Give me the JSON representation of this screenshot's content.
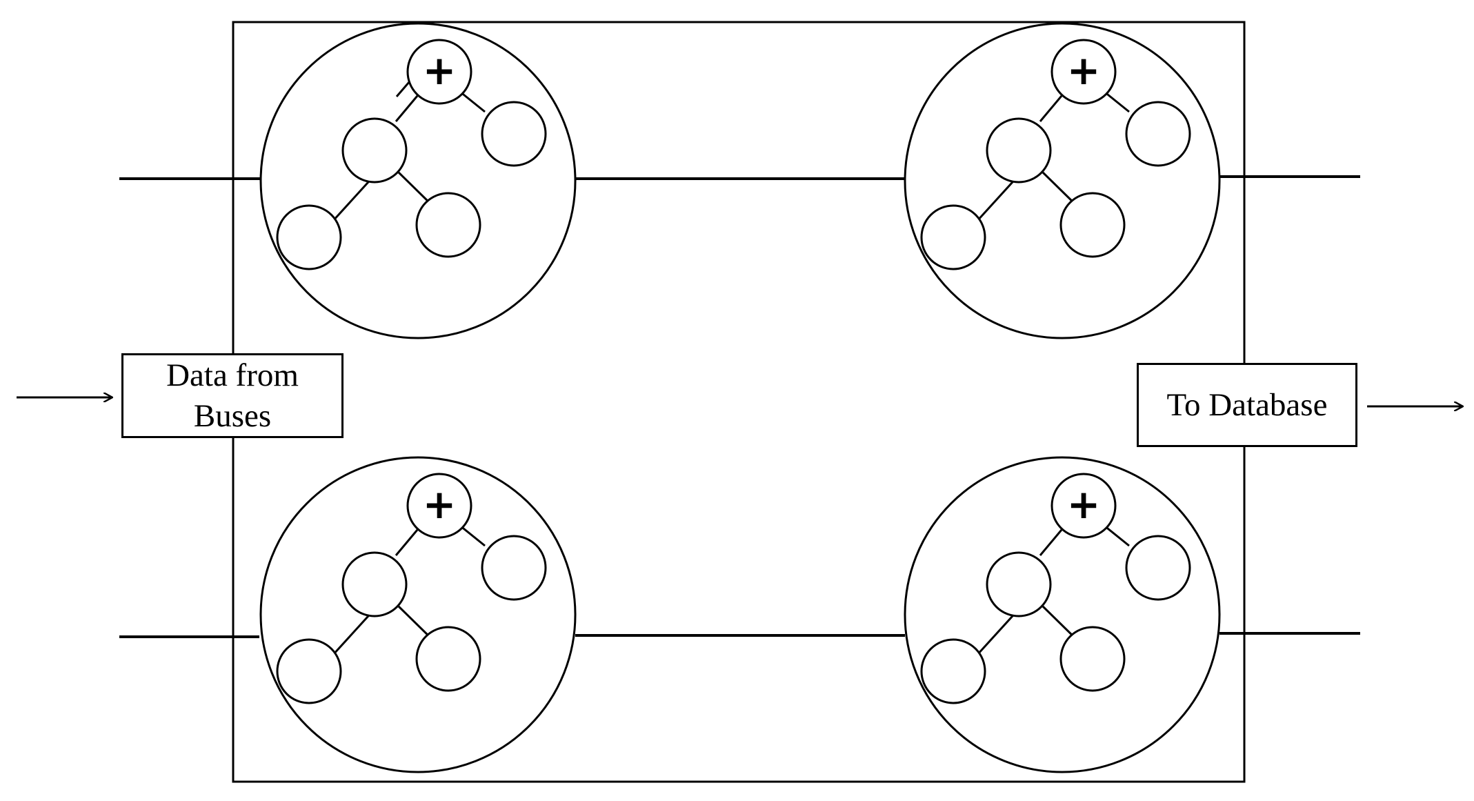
{
  "input": {
    "label_line1": "Data from",
    "label_line2": "Buses"
  },
  "output": {
    "label": "To Database"
  },
  "root_node_symbol": "+",
  "colors": {
    "stroke": "#000000",
    "background": "#ffffff"
  }
}
